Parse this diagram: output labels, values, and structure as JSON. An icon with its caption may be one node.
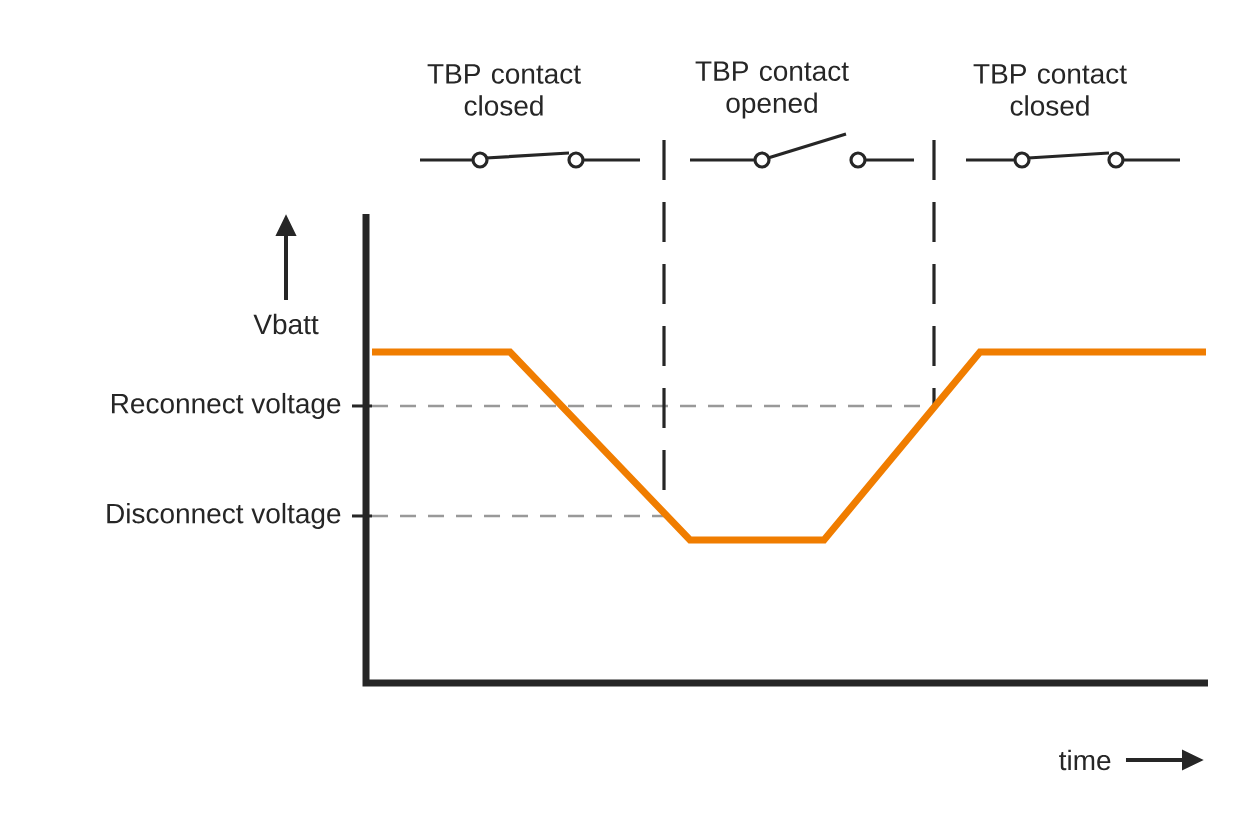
{
  "diagram": {
    "labels": [
      "TBP contact closed",
      "TBP contact opened",
      "TBP contact closed",
      "Vbatt",
      "Reconnect voltage",
      "Disconnect voltage",
      "time"
    ]
  }
}
